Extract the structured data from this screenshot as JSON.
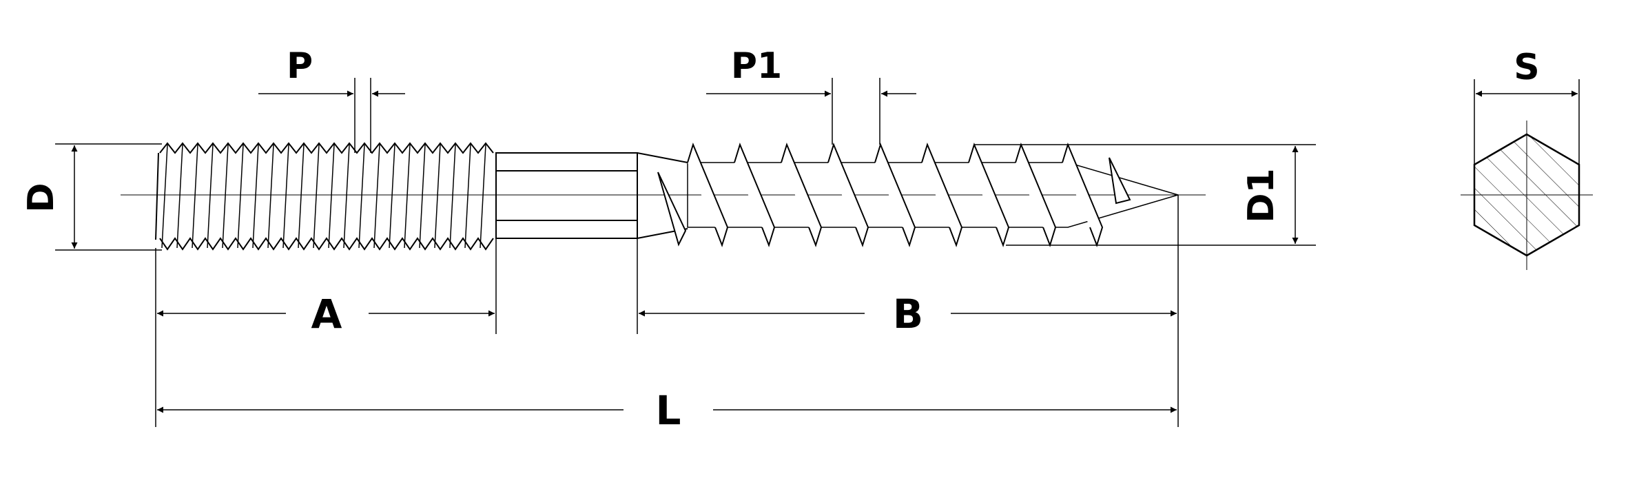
{
  "labels": {
    "pitch_machine": "P",
    "pitch_wood": "P1",
    "diameter_machine": "D",
    "diameter_wood": "D1",
    "length_machine": "A",
    "length_wood": "B",
    "length_total": "L",
    "hex_size": "S"
  },
  "colors": {
    "stroke": "#000000",
    "background": "#ffffff"
  }
}
